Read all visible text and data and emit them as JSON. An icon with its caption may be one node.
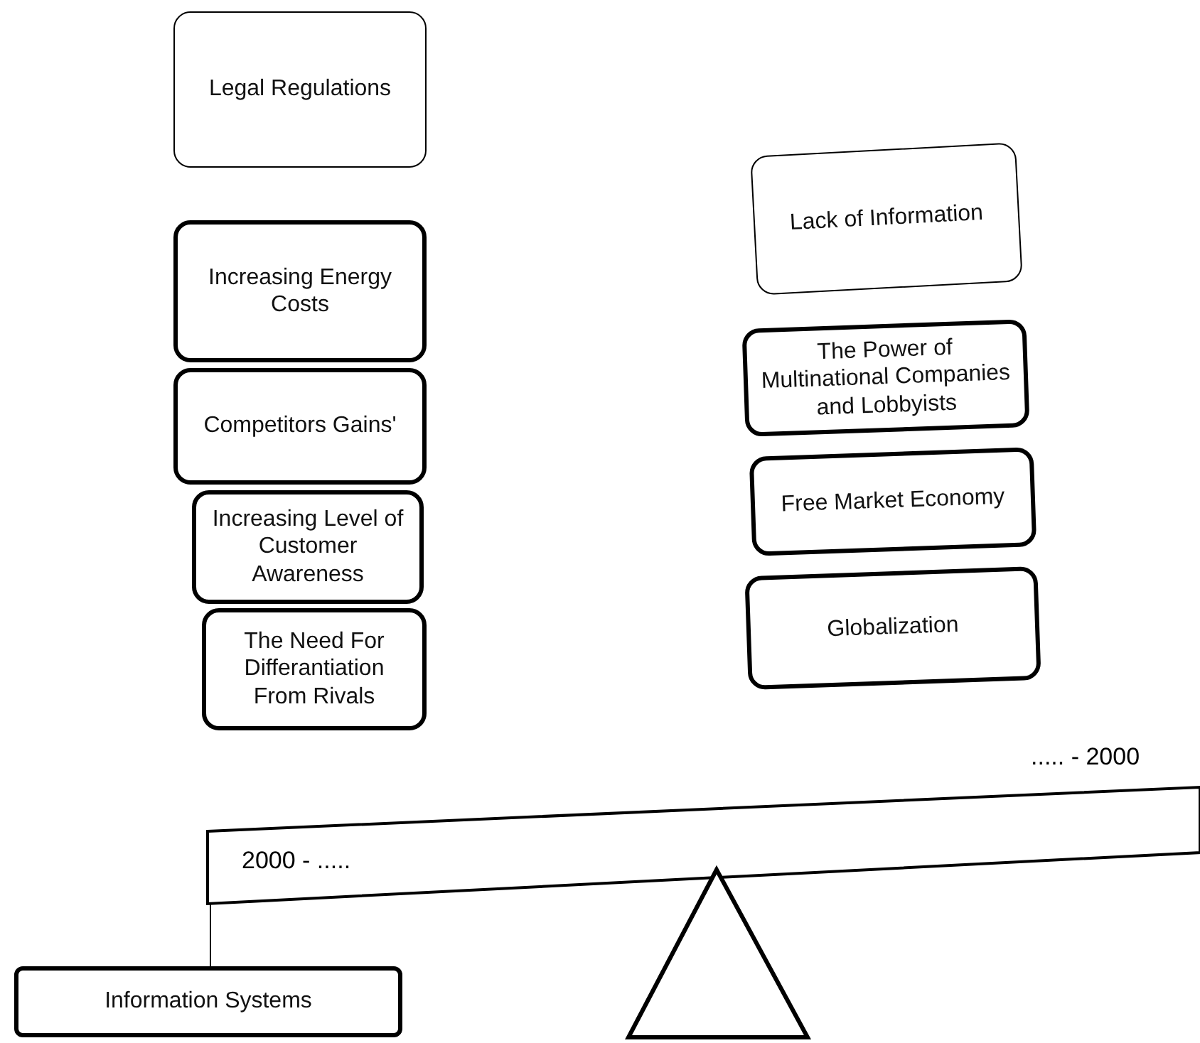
{
  "diagram": {
    "nodes": [
      {
        "text": [
          "Legal Regulations"
        ]
      },
      {
        "text": [
          "Increasing Energy Costs"
        ]
      },
      {
        "text": [
          "Competitors Gains'"
        ]
      },
      {
        "text": [
          "Increasing Level of Customer Awareness"
        ]
      },
      {
        "text": [
          "The Need For Differantiation From Rivals"
        ]
      },
      {
        "text": [
          "Lack of Information"
        ]
      },
      {
        "text": [
          "The Power of Multinational Companies and Lobbyists"
        ]
      },
      {
        "text": [
          "Free Market Economy"
        ]
      },
      {
        "text": [
          "Globalization"
        ]
      },
      {
        "text": [
          "2000 - .....",
          "..... - 2000"
        ]
      },
      {
        "text": [],
        "shape": "triangle"
      },
      {
        "text": [
          "Information Systems"
        ]
      }
    ],
    "edges": [
      {
        "from": 11,
        "to": 9,
        "arrow": "none"
      }
    ]
  }
}
